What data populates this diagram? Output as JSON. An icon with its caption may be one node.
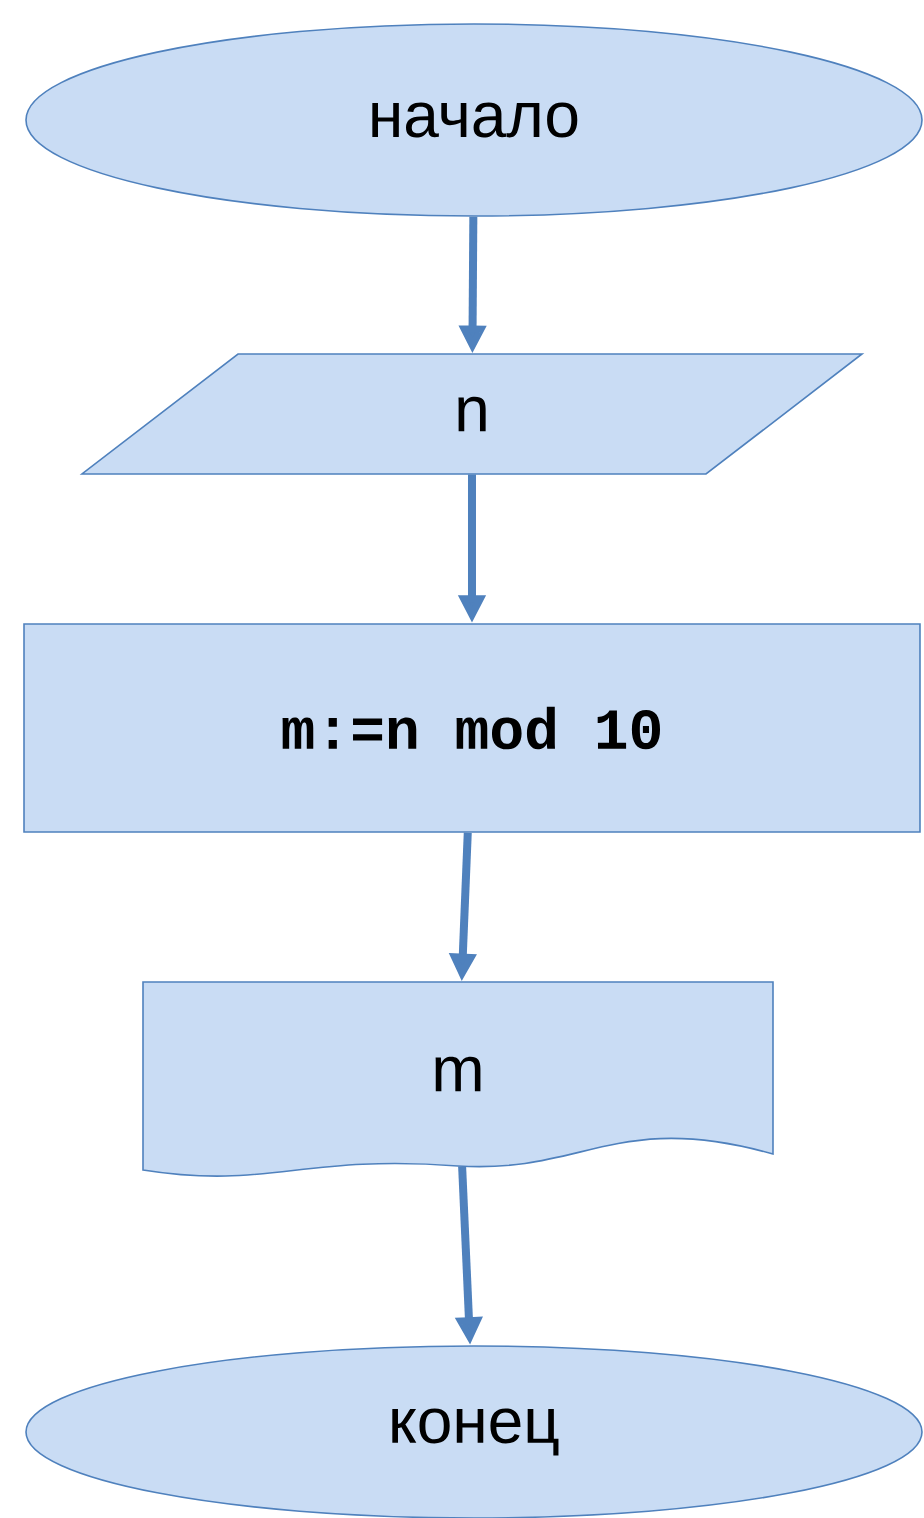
{
  "diagram": {
    "nodes": [
      {
        "text": [
          "начало"
        ]
      },
      {
        "text": [
          "n"
        ]
      },
      {
        "text": [
          "m:=n mod 10"
        ]
      },
      {
        "text": [
          "m"
        ]
      },
      {
        "text": [
          "конец"
        ]
      }
    ],
    "edges": [
      {
        "from": 0,
        "to": 1,
        "arrow": "to"
      },
      {
        "from": 1,
        "to": 2,
        "arrow": "to"
      },
      {
        "from": 2,
        "to": 3,
        "arrow": "to"
      },
      {
        "from": 3,
        "to": 4,
        "arrow": "to"
      }
    ]
  }
}
